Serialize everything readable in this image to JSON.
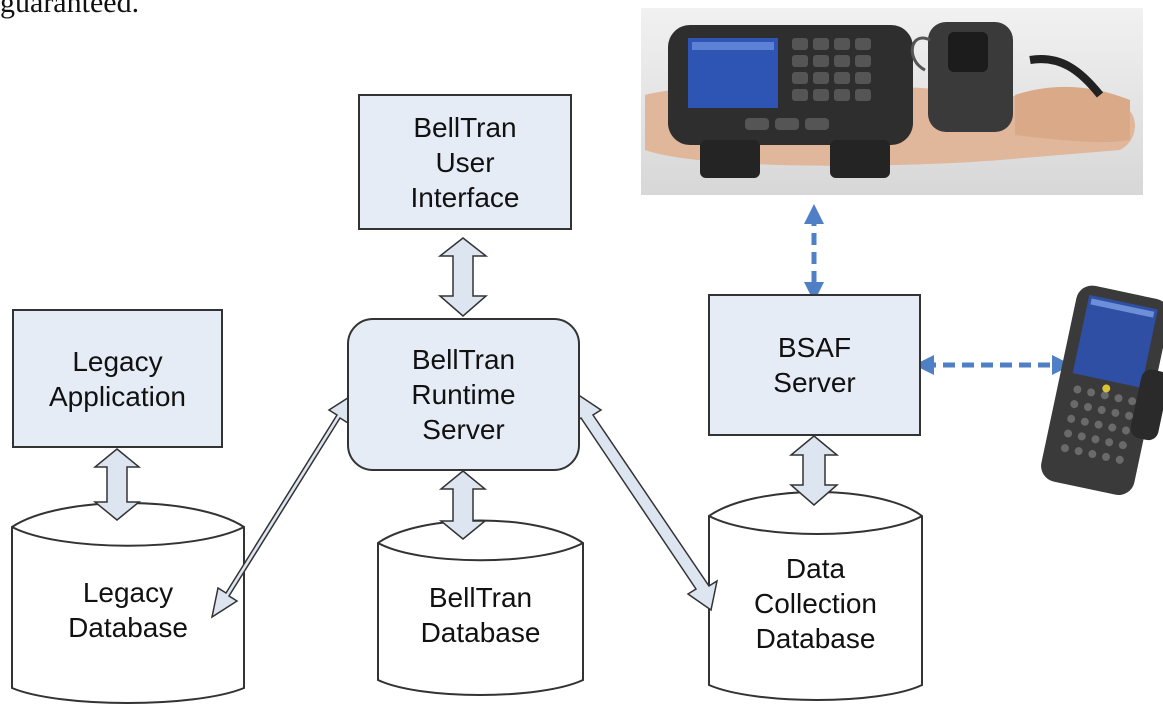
{
  "header_fragment": "guaranteed.",
  "nodes": {
    "ui": {
      "lines": [
        "BellTran",
        "User",
        "Interface"
      ]
    },
    "legacy_app": {
      "lines": [
        "Legacy",
        "Application"
      ]
    },
    "runtime": {
      "lines": [
        "BellTran",
        "Runtime",
        "Server"
      ]
    },
    "bsaf": {
      "lines": [
        "BSAF",
        "Server"
      ]
    },
    "legacy_db": {
      "lines": [
        "Legacy",
        "Database"
      ]
    },
    "belltran_db": {
      "lines": [
        "BellTran",
        "Database"
      ]
    },
    "dc_db": {
      "lines": [
        "Data",
        "Collection",
        "Database"
      ]
    }
  },
  "colors": {
    "box_fill": "#e6ecf6",
    "stroke": "#333333",
    "arrow_fill": "#dde5f1",
    "accent_arrow": "#4f7fc4"
  },
  "images": {
    "wrist_device": "wearable-wrist-computer-with-ring-scanner-photo",
    "handheld_device": "handheld-mobile-computer-photo"
  }
}
